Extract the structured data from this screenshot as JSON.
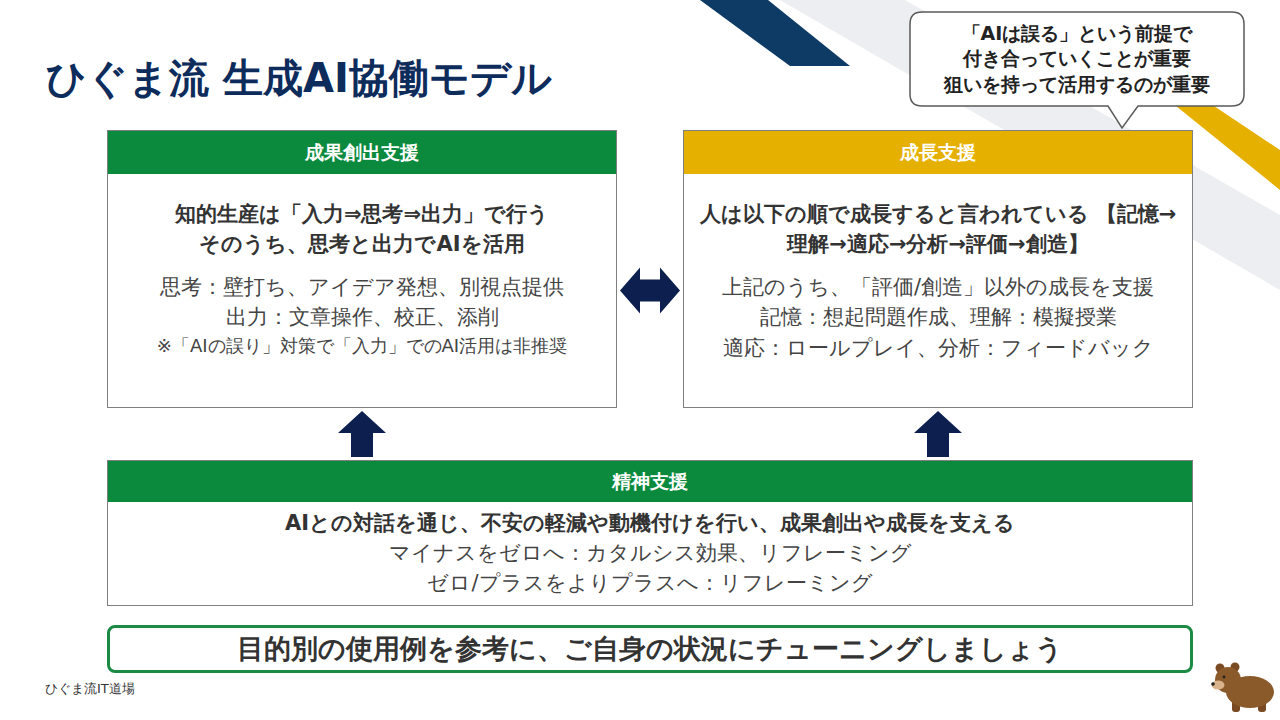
{
  "diagram": {
    "title": "ひぐま流 生成AI協働モデル",
    "nodes": [
      {
        "text": [
          "「AIは誤る」という前提で 付き合っていくことが重要 狙いを持って活用するのが重要"
        ]
      },
      {
        "text": [
          "成果創出支援",
          "知的生産は「入力⇒思考⇒出力」で行う そのうち、思考と出力でAIを活用",
          "思考：壁打ち、アイデア発想、別視点提供",
          "出力：文章操作、校正、添削",
          "※「AIの誤り」対策で「入力」でのAI活用は非推奨"
        ]
      },
      {
        "text": [
          "成長支援",
          "人は以下の順で成長すると言われている 【記憶→理解→適応→分析→評価→創造】",
          "上記のうち、「評価/創造」以外の成長を支援",
          "記憶：想起問題作成、理解：模擬授業",
          "適応：ロールプレイ、分析：フィードバック"
        ]
      },
      {
        "text": [
          "精神支援",
          "AIとの対話を通じ、不安の軽減や動機付けを行い、成果創出や成長を支える",
          "マイナスをゼロへ：カタルシス効果、リフレーミング",
          "ゼロ/プラスをよりプラスへ：リフレーミング"
        ]
      },
      {
        "text": [
          "目的別の使用例を参考に、ご自身の状況にチューニングしましょう"
        ]
      }
    ],
    "edges": [
      {
        "from": 1,
        "to": 2,
        "arrow": "both"
      },
      {
        "from": 3,
        "to": 1,
        "arrow": "to"
      },
      {
        "from": 3,
        "to": 2,
        "arrow": "to"
      }
    ],
    "labels": [
      "ひぐま流IT道場"
    ]
  }
}
